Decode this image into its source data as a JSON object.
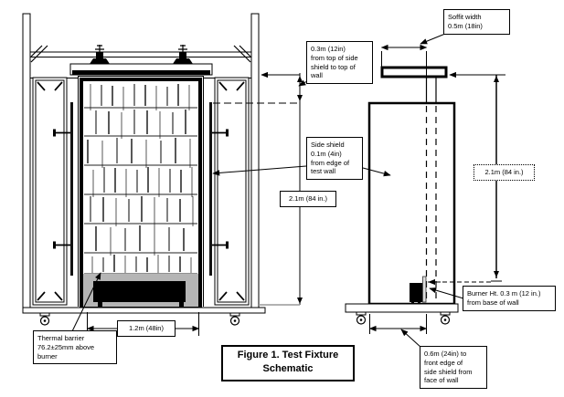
{
  "figure": {
    "title": "Figure 1. Test Fixture\nSchematic"
  },
  "labels": {
    "soffit_width": "Soffit width\n0.5m (18in)",
    "top_offset": "0.3m (12in)\nfrom top of side\nshield to top of\nwall",
    "side_shield": "Side shield\n0.1m (4in)\nfrom edge of\ntest wall",
    "front_wall_height": "2.1m (84 in.)",
    "side_wall_height": "2.1m (84 in.)",
    "burner_height": "Burner Ht. 0.3 m (12 in.)\nfrom base of wall",
    "front_offset": "0.6m (24in) to\nfront edge of\nside shield from\nface of wall",
    "thermal_barrier": "Thermal barrier\n76.2±25mm above\nburner",
    "wall_width": "1.2m (48in)"
  },
  "colors": {
    "line": "#000000",
    "thermal_barrier_fill": "#b5b5b5",
    "burner_fill": "#000000",
    "background": "#ffffff"
  }
}
